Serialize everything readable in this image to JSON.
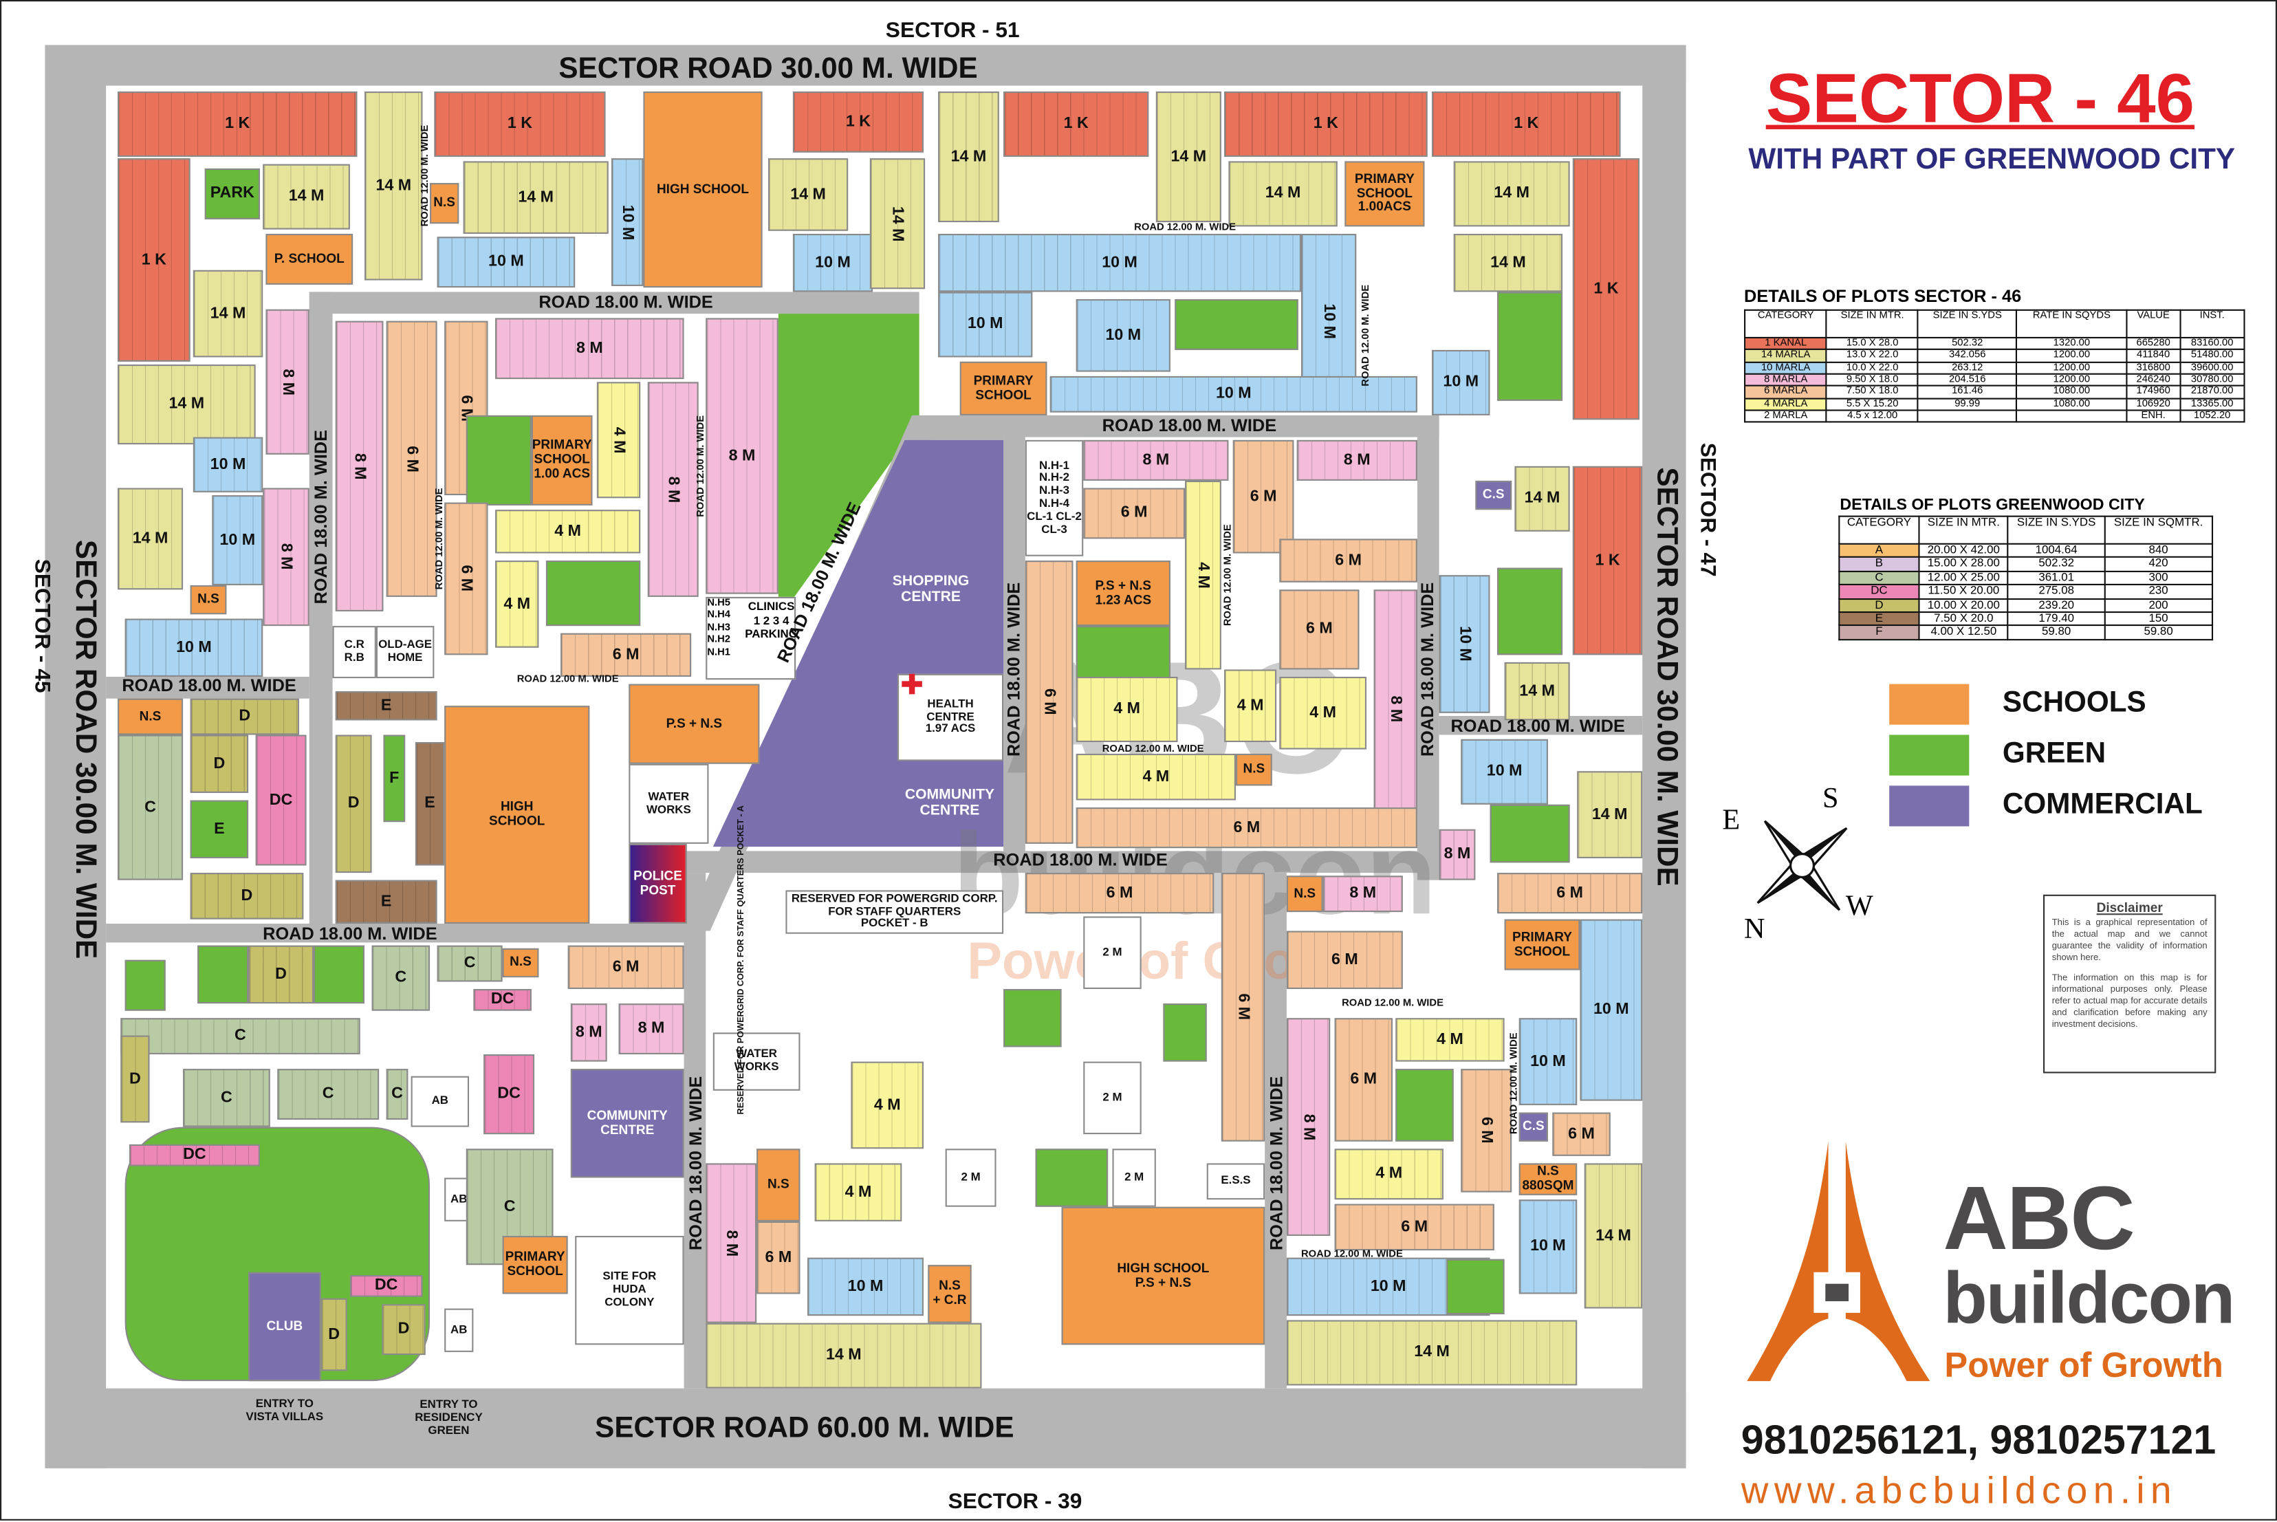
{
  "header": {
    "title": "SECTOR - 46",
    "subtitle": "WITH PART OF GREENWOOD CITY"
  },
  "sectors": {
    "north": "SECTOR - 51",
    "south": "SECTOR - 39",
    "west": "SECTOR - 45",
    "east": "SECTOR - 47"
  },
  "roads": {
    "top": "SECTOR ROAD 30.00 M. WIDE",
    "left": "SECTOR ROAD 30.00 M. WIDE",
    "right": "SECTOR ROAD 30.00 M. WIDE",
    "bottom": "SECTOR ROAD 60.00 M. WIDE",
    "r18": "ROAD 18.00 M. WIDE",
    "r12": "ROAD 12.00 M. WIDE"
  },
  "entries": {
    "vista": "ENTRY TO\nVISTA VILLAS",
    "residency": "ENTRY TO\nRESIDENCY\nGREEN"
  },
  "landmarks": {
    "shopping": "SHOPPING\nCENTRE",
    "community": "COMMUNITY\nCENTRE",
    "clinics": "CLINICS\n1 2 3 4\nPARKING",
    "nh": "N.H5\nN.H4\nN.H3\nN.H2\nN.H1",
    "reserved_a": "RESERVED FOR POWERGRID CORP. FOR STAFF QUARTERS POCKET - A"
  },
  "map": {
    "zones": [
      {
        "label": "1 K",
        "kind": "k1"
      },
      {
        "label": "1 K",
        "kind": "k1"
      },
      {
        "label": "PARK",
        "kind": "green"
      },
      {
        "label": "14 M",
        "kind": "m14"
      },
      {
        "label": "P. SCHOOL",
        "kind": "school"
      },
      {
        "label": "14 M",
        "kind": "m14"
      },
      {
        "label": "14 M",
        "kind": "m14"
      },
      {
        "label": "1 K",
        "kind": "k1"
      },
      {
        "label": "N.S",
        "kind": "school"
      },
      {
        "label": "14 M",
        "kind": "m14"
      },
      {
        "label": "10 M",
        "kind": "m10"
      },
      {
        "label": "10 M",
        "kind": "m10"
      },
      {
        "label": "HIGH SCHOOL",
        "kind": "school"
      },
      {
        "label": "1 K",
        "kind": "k1"
      },
      {
        "label": "14 M",
        "kind": "m14"
      },
      {
        "label": "10 M",
        "kind": "m10"
      },
      {
        "label": "14 M",
        "kind": "m14"
      },
      {
        "label": "14 M",
        "kind": "m14"
      },
      {
        "label": "1 K",
        "kind": "k1"
      },
      {
        "label": "14 M",
        "kind": "m14"
      },
      {
        "label": "1 K",
        "kind": "k1"
      },
      {
        "label": "14 M",
        "kind": "m14"
      },
      {
        "label": "PRIMARY\nSCHOOL\n1.00ACS",
        "kind": "school"
      },
      {
        "label": "1 K",
        "kind": "k1"
      },
      {
        "label": "14 M",
        "kind": "m14"
      },
      {
        "label": "1 K",
        "kind": "k1"
      },
      {
        "label": "10 M",
        "kind": "m10"
      },
      {
        "label": "10 M",
        "kind": "m10"
      },
      {
        "label": "10 M",
        "kind": "m10"
      },
      {
        "label": "",
        "kind": "green"
      },
      {
        "label": "10 M",
        "kind": "m10"
      },
      {
        "label": "14 M",
        "kind": "m14"
      },
      {
        "label": "",
        "kind": "green"
      },
      {
        "label": "10 M",
        "kind": "m10"
      },
      {
        "label": "PRIMARY\nSCHOOL",
        "kind": "school"
      },
      {
        "label": "10 M",
        "kind": "m10"
      },
      {
        "label": "8 M",
        "kind": "m8"
      },
      {
        "label": "14 M",
        "kind": "m14"
      },
      {
        "label": "10 M",
        "kind": "m10"
      },
      {
        "label": "14 M",
        "kind": "m14"
      },
      {
        "label": "10 M",
        "kind": "m10"
      },
      {
        "label": "N.S",
        "kind": "school"
      },
      {
        "label": "8 M",
        "kind": "m8"
      },
      {
        "label": "10 M",
        "kind": "m10"
      },
      {
        "label": "8 M",
        "kind": "m8"
      },
      {
        "label": "6 M",
        "kind": "m6"
      },
      {
        "label": "6 M",
        "kind": "m6"
      },
      {
        "label": "8 M",
        "kind": "m8"
      },
      {
        "label": "PRIMARY\nSCHOOL\n1.00 ACS",
        "kind": "school"
      },
      {
        "label": "",
        "kind": "green"
      },
      {
        "label": "4 M",
        "kind": "m4"
      },
      {
        "label": "",
        "kind": "green"
      },
      {
        "label": "4 M",
        "kind": "m4"
      },
      {
        "label": "4 M",
        "kind": "m4"
      },
      {
        "label": "8 M",
        "kind": "m8"
      },
      {
        "label": "8 M",
        "kind": "m8"
      },
      {
        "label": "6 M",
        "kind": "m6"
      },
      {
        "label": "6 M",
        "kind": "m6"
      },
      {
        "label": "C.R\nR.B",
        "kind": "white"
      },
      {
        "label": "OLD-AGE\nHOME",
        "kind": "white"
      },
      {
        "label": "N.S",
        "kind": "school"
      },
      {
        "label": "D",
        "kind": "gD"
      },
      {
        "label": "C",
        "kind": "gC"
      },
      {
        "label": "D",
        "kind": "gD"
      },
      {
        "label": "E",
        "kind": "green"
      },
      {
        "label": "DC",
        "kind": "gDC"
      },
      {
        "label": "D",
        "kind": "gD"
      },
      {
        "label": "E",
        "kind": "gE"
      },
      {
        "label": "D",
        "kind": "gD"
      },
      {
        "label": "F",
        "kind": "green"
      },
      {
        "label": "E",
        "kind": "gE"
      },
      {
        "label": "E",
        "kind": "gE"
      },
      {
        "label": "HIGH\nSCHOOL",
        "kind": "school"
      },
      {
        "label": "P.S + N.S",
        "kind": "school"
      },
      {
        "label": "WATER\nWORKS",
        "kind": "white"
      },
      {
        "label": "POLICE\nPOST",
        "kind": "police"
      },
      {
        "label": "HEALTH\nCENTRE\n1.97 ACS",
        "kind": "white"
      },
      {
        "label": "N.H-1\nN.H-2\nN.H-3\nN.H-4\nCL-1 CL-2 CL-3",
        "kind": "white"
      },
      {
        "label": "8 M",
        "kind": "m8"
      },
      {
        "label": "6 M",
        "kind": "m6"
      },
      {
        "label": "8 M",
        "kind": "m8"
      },
      {
        "label": "6 M",
        "kind": "m6"
      },
      {
        "label": "P.S + N.S\n1.23 ACS",
        "kind": "school"
      },
      {
        "label": "",
        "kind": "green"
      },
      {
        "label": "4 M",
        "kind": "m4"
      },
      {
        "label": "6 M",
        "kind": "m6"
      },
      {
        "label": "6 M",
        "kind": "m6"
      },
      {
        "label": "6 M",
        "kind": "m6"
      },
      {
        "label": "8 M",
        "kind": "m8"
      },
      {
        "label": "4 M",
        "kind": "m4"
      },
      {
        "label": "4 M",
        "kind": "m4"
      },
      {
        "label": "N.S",
        "kind": "school"
      },
      {
        "label": "6 M",
        "kind": "m6"
      },
      {
        "label": "4 M",
        "kind": "m4"
      },
      {
        "label": "4 M",
        "kind": "m4"
      },
      {
        "label": "C.S",
        "kind": "comm"
      },
      {
        "label": "14 M",
        "kind": "m14"
      },
      {
        "label": "1 K",
        "kind": "k1"
      },
      {
        "label": "10 M",
        "kind": "m10"
      },
      {
        "label": "",
        "kind": "green"
      },
      {
        "label": "14 M",
        "kind": "m14"
      },
      {
        "label": "10 M",
        "kind": "m10"
      },
      {
        "label": "",
        "kind": "green"
      },
      {
        "label": "14 M",
        "kind": "m14"
      },
      {
        "label": "8 M",
        "kind": "m8"
      },
      {
        "label": "6 M",
        "kind": "m6"
      },
      {
        "label": "N.S",
        "kind": "school"
      },
      {
        "label": "8 M",
        "kind": "m8"
      },
      {
        "label": "PRIMARY\nSCHOOL",
        "kind": "school"
      },
      {
        "label": "6 M",
        "kind": "m6"
      },
      {
        "label": "10 M",
        "kind": "m10"
      },
      {
        "label": "8 M",
        "kind": "m8"
      },
      {
        "label": "6 M",
        "kind": "m6"
      },
      {
        "label": "4 M",
        "kind": "m4"
      },
      {
        "label": "",
        "kind": "green"
      },
      {
        "label": "6 M",
        "kind": "m6"
      },
      {
        "label": "10 M",
        "kind": "m10"
      },
      {
        "label": "C.S",
        "kind": "comm"
      },
      {
        "label": "6 M",
        "kind": "m6"
      },
      {
        "label": "4 M",
        "kind": "m4"
      },
      {
        "label": "N.S\n880SQM",
        "kind": "school"
      },
      {
        "label": "6 M",
        "kind": "m6"
      },
      {
        "label": "10 M",
        "kind": "m10"
      },
      {
        "label": "14 M",
        "kind": "m14"
      },
      {
        "label": "10 M",
        "kind": "m10"
      },
      {
        "label": "",
        "kind": "green"
      },
      {
        "label": "14 M",
        "kind": "m14"
      },
      {
        "label": "6 M",
        "kind": "m6"
      },
      {
        "label": "6 M",
        "kind": "m6"
      },
      {
        "label": "HIGH SCHOOL\nP.S + N.S",
        "kind": "school"
      },
      {
        "label": "",
        "kind": "green"
      },
      {
        "label": "",
        "kind": "green"
      },
      {
        "label": "",
        "kind": "green"
      },
      {
        "label": "4 M",
        "kind": "m4"
      },
      {
        "label": "4 M",
        "kind": "m4"
      },
      {
        "label": "2 M",
        "kind": "white"
      },
      {
        "label": "2 M",
        "kind": "white"
      },
      {
        "label": "2 M",
        "kind": "white"
      },
      {
        "label": "2 M",
        "kind": "white"
      },
      {
        "label": "8 M",
        "kind": "m8"
      },
      {
        "label": "N.S",
        "kind": "school"
      },
      {
        "label": "6 M",
        "kind": "m6"
      },
      {
        "label": "10 M",
        "kind": "m10"
      },
      {
        "label": "N.S\n+ C.R",
        "kind": "school"
      },
      {
        "label": "14 M",
        "kind": "m14"
      },
      {
        "label": "WATER\nWORKS",
        "kind": "white"
      },
      {
        "label": "RESERVED FOR POWERGRID CORP.\nFOR STAFF QUARTERS\nPOCKET - B",
        "kind": "white"
      },
      {
        "label": "E.S.S",
        "kind": "white"
      },
      {
        "label": "",
        "kind": "green"
      },
      {
        "label": "C",
        "kind": "gC"
      },
      {
        "label": "D",
        "kind": "gD"
      },
      {
        "label": "",
        "kind": "green"
      },
      {
        "label": "",
        "kind": "green"
      },
      {
        "label": "C",
        "kind": "gC"
      },
      {
        "label": "C",
        "kind": "gC"
      },
      {
        "label": "N.S",
        "kind": "school"
      },
      {
        "label": "6 M",
        "kind": "m6"
      },
      {
        "label": "DC",
        "kind": "gDC"
      },
      {
        "label": "D",
        "kind": "gD"
      },
      {
        "label": "C",
        "kind": "gC"
      },
      {
        "label": "C",
        "kind": "gC"
      },
      {
        "label": "C",
        "kind": "gC"
      },
      {
        "label": "AB",
        "kind": "white"
      },
      {
        "label": "DC",
        "kind": "gDC"
      },
      {
        "label": "8 M",
        "kind": "m8"
      },
      {
        "label": "8 M",
        "kind": "m8"
      },
      {
        "label": "COMMUNITY\nCENTRE",
        "kind": "comm"
      },
      {
        "label": "",
        "kind": "green"
      },
      {
        "label": "DC",
        "kind": "gDC"
      },
      {
        "label": "CLUB",
        "kind": "comm"
      },
      {
        "label": "DC",
        "kind": "gDC"
      },
      {
        "label": "D",
        "kind": "gD"
      },
      {
        "label": "AB",
        "kind": "white"
      },
      {
        "label": "C",
        "kind": "gC"
      },
      {
        "label": "PRIMARY\nSCHOOL",
        "kind": "school"
      },
      {
        "label": "SITE FOR\nHUDA\nCOLONY",
        "kind": "white"
      },
      {
        "label": "AB",
        "kind": "white"
      },
      {
        "label": "D",
        "kind": "gD"
      }
    ]
  },
  "sector46_table": {
    "title": "DETAILS OF PLOTS SECTOR - 46",
    "headers": [
      "CATEGORY",
      "SIZE IN MTR.",
      "SIZE IN S.YDS",
      "RATE IN SQYDS",
      "VALUE",
      "INST."
    ],
    "rows": [
      {
        "category": "1 KANAL",
        "color": "#e8735a",
        "cells": [
          "15.0 X 28.0",
          "502.32",
          "1320.00",
          "665280",
          "83160.00"
        ]
      },
      {
        "category": "14 MARLA",
        "color": "#e6e39a",
        "cells": [
          "13.0 X 22.0",
          "342.056",
          "1200.00",
          "411840",
          "51480.00"
        ]
      },
      {
        "category": "10 MARLA",
        "color": "#a9d5f2",
        "cells": [
          "10.0 X 22.0",
          "263.12",
          "1200.00",
          "316800",
          "39600.00"
        ]
      },
      {
        "category": "8 MARLA",
        "color": "#f4bcd9",
        "cells": [
          "9.50 X 18.0",
          "204.516",
          "1200.00",
          "246240",
          "30780.00"
        ]
      },
      {
        "category": "6 MARLA",
        "color": "#f6c49a",
        "cells": [
          "7.50 X 18.0",
          "161.46",
          "1080.00",
          "174960",
          "21870.00"
        ]
      },
      {
        "category": "4 MARLA",
        "color": "#f9f59a",
        "cells": [
          "5.5 X 15.20",
          "99.99",
          "1080.00",
          "106920",
          "13365.00"
        ]
      },
      {
        "category": "2 MARLA",
        "color": "#ffffff",
        "cells": [
          "4.5 x 12.00",
          "",
          "",
          "ENH.",
          "1052.20"
        ]
      }
    ]
  },
  "greenwood_table": {
    "title": "DETAILS OF PLOTS GREENWOOD CITY",
    "headers": [
      "CATEGORY",
      "SIZE IN MTR.",
      "SIZE IN S.YDS",
      "SIZE IN SQMTR."
    ],
    "rows": [
      {
        "category": "A",
        "color": "#f6c070",
        "cells": [
          "20.00 X 42.00",
          "1004.64",
          "840"
        ]
      },
      {
        "category": "B",
        "color": "#d9c5e0",
        "cells": [
          "15.00 X 28.00",
          "502.32",
          "420"
        ]
      },
      {
        "category": "C",
        "color": "#b9cba5",
        "cells": [
          "12.00 X 25.00",
          "361.01",
          "300"
        ]
      },
      {
        "category": "DC",
        "color": "#ec86b4",
        "cells": [
          "11.50 X 20.00",
          "275.08",
          "230"
        ]
      },
      {
        "category": "D",
        "color": "#c7c06a",
        "cells": [
          "10.00 X 20.00",
          "239.20",
          "200"
        ]
      },
      {
        "category": "E",
        "color": "#a0785a",
        "cells": [
          "7.50 X 20.0",
          "179.40",
          "150"
        ]
      },
      {
        "category": "F",
        "color": "#c9a7a7",
        "cells": [
          "4.00 X 12.50",
          "59.80",
          "59.80"
        ]
      }
    ]
  },
  "legend": [
    {
      "label": "SCHOOLS",
      "color": "#f29a48"
    },
    {
      "label": "GREEN",
      "color": "#69b93a"
    },
    {
      "label": "COMMERCIAL",
      "color": "#7b70ad"
    }
  ],
  "compass": {
    "e": "E",
    "s": "S",
    "n": "N",
    "w": "W"
  },
  "disclaimer": {
    "title": "Disclaimer",
    "p1": "This is a graphical representation of the actual map and we cannot guarantee the validity of information shown here.",
    "p2": "The information on this map is for informational purposes only. Please refer to actual map for accurate details and clarification before making any investment decisions."
  },
  "brand": {
    "line1": "ABC",
    "line2": "buildcon",
    "tagline": "Power of Growth",
    "phones": "9810256121, 9810257121",
    "website": "www.abcbuildcon.in",
    "accent": "#e06a1c",
    "dark": "#4d4b4b"
  },
  "watermark": {
    "line1": "ABC",
    "line2": "buildcon",
    "tagline": "Power of Growth"
  }
}
